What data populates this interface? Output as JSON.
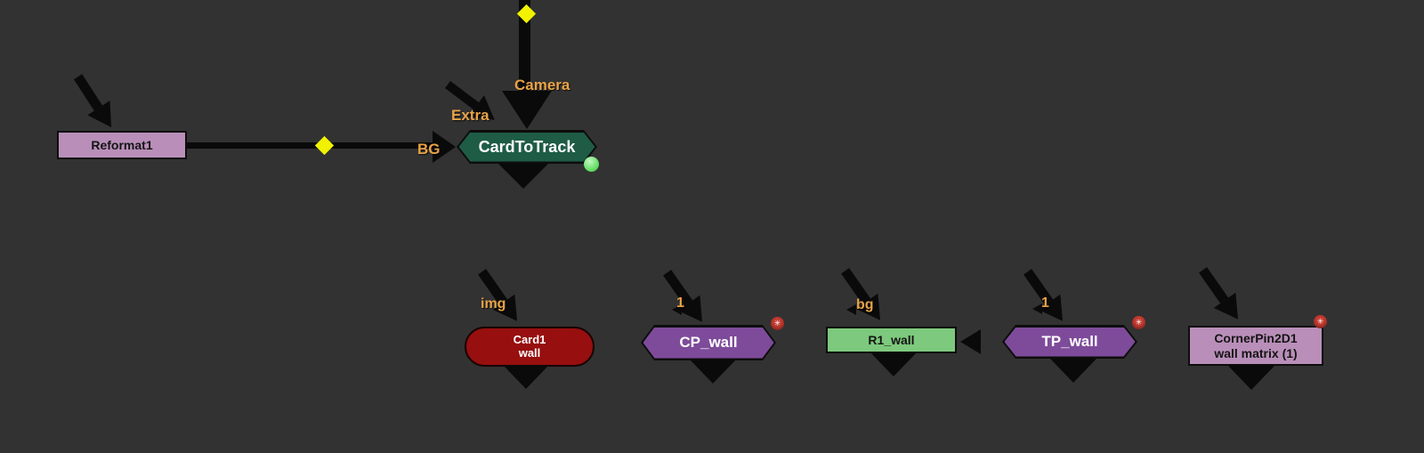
{
  "app": "node-graph-editor",
  "colors": {
    "background": "#323232",
    "wire": "#0a0a0a",
    "port_label_orange": "#e9a347",
    "elbow_diamond_yellow": "#f2f200",
    "node_mauve": "#b98fb9",
    "node_dark_green": "#1e5c46",
    "node_red": "#970f0f",
    "node_purple": "#7e4b9a",
    "node_light_green": "#7dc97d",
    "indicator_green_dot": "#63dd63",
    "expression_badge_red": "#c43a2f"
  },
  "nodes": {
    "reformat": {
      "label": "Reformat1"
    },
    "card_to_track": {
      "label": "CardToTrack"
    },
    "card1": {
      "line1": "Card1",
      "line2": "wall"
    },
    "cp_wall": {
      "label": "CP_wall"
    },
    "r1_wall": {
      "label": "R1_wall"
    },
    "tp_wall": {
      "label": "TP_wall"
    },
    "corner_pin": {
      "line1": "CornerPin2D1",
      "line2": "wall matrix (1)"
    }
  },
  "port_labels": {
    "camera": "Camera",
    "extra": "Extra",
    "bg": "BG",
    "img": "img",
    "cp_input": "1",
    "r1_input": "bg",
    "tp_input": "1"
  },
  "badge_glyph": "✳"
}
